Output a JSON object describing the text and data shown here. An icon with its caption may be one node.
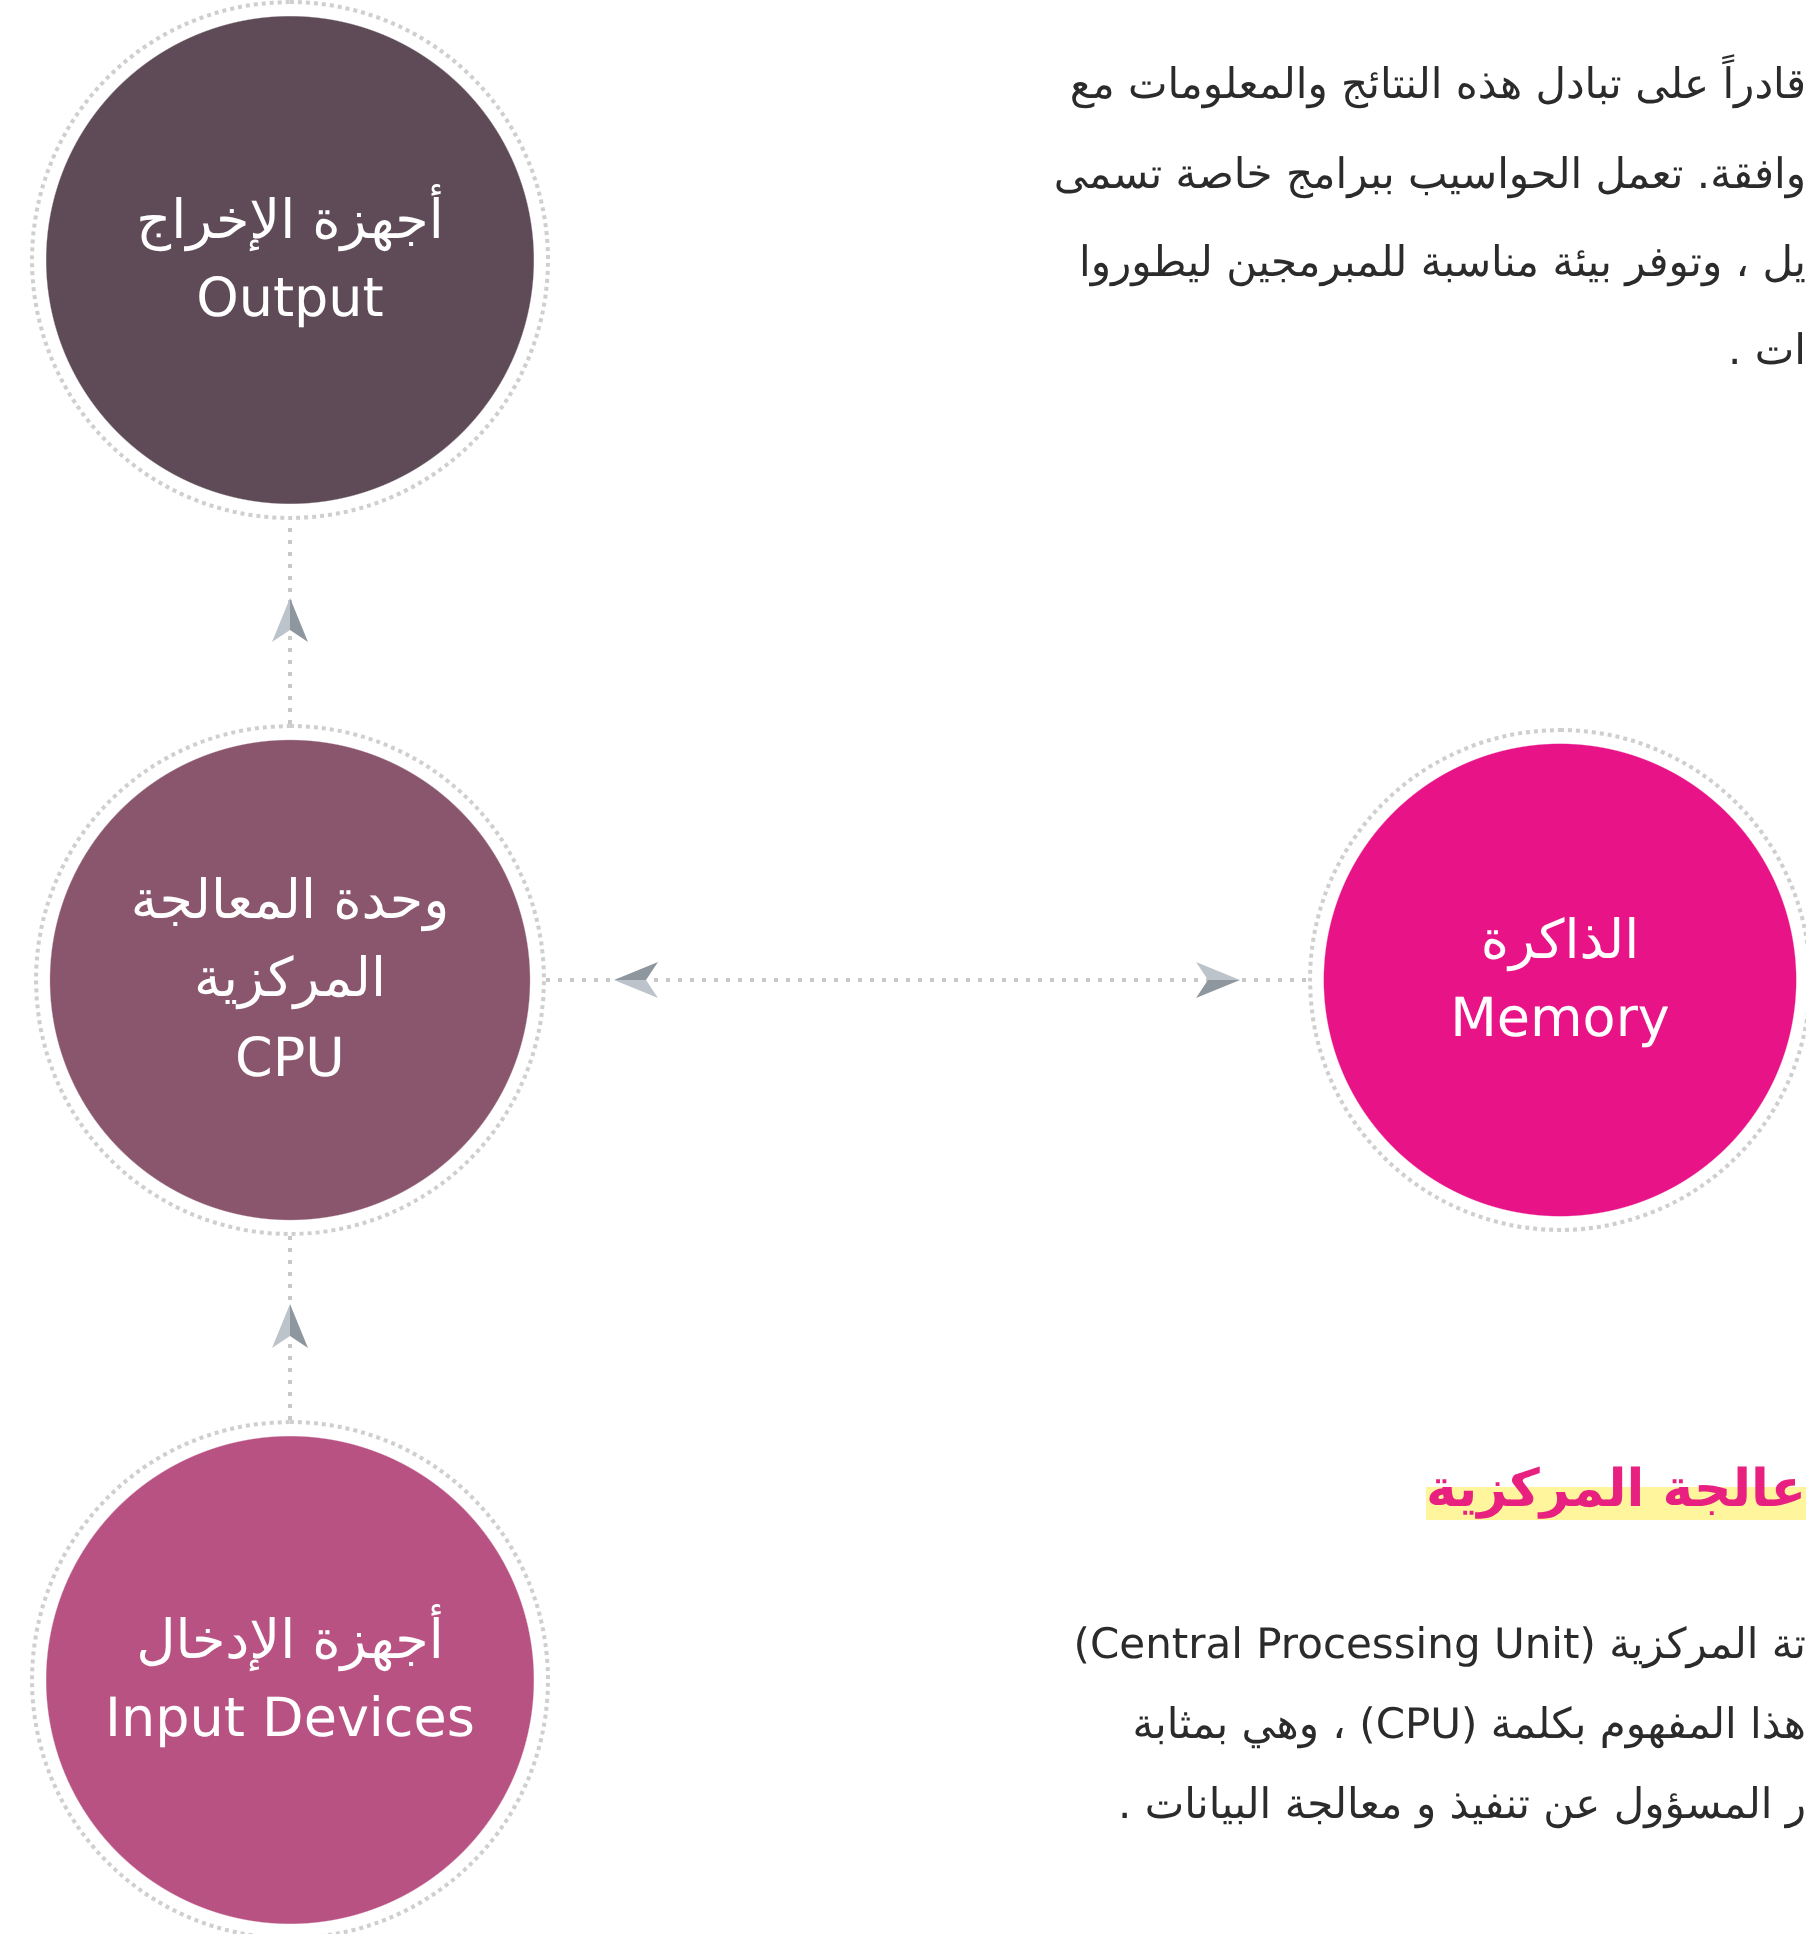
{
  "diagram": {
    "nodes": [
      {
        "text": [
          "أجهزة الإخراج",
          "Output"
        ]
      },
      {
        "text": [
          "وحدة المعالجة المركزية",
          "CPU"
        ]
      },
      {
        "text": [
          "الذاكرة",
          "Memory"
        ]
      },
      {
        "text": [
          "أجهزة الإدخال",
          "Input Devices"
        ]
      }
    ],
    "edges": [
      {
        "from": 1,
        "to": 0,
        "arrow": "to",
        "style": "dashed"
      },
      {
        "from": 1,
        "to": 2,
        "arrow": "both",
        "style": "dashed"
      },
      {
        "from": 3,
        "to": 1,
        "arrow": "to",
        "style": "dashed"
      }
    ],
    "labels": [
      "قادراً على تبادل هذه النتائج والمعلومات مع",
      "وافقة. تعمل الحواسيب ببرامج خاصة تسمى",
      "يل ، وتوفر بيئة مناسبة للمبرمجين ليطوروا",
      "ات .",
      "عالجة المركزية",
      "تة المركزية (Central Processing Unit)",
      "هذا المفهوم بكلمة (CPU) ، وهي بمثابة",
      "ر المسؤول عن تنفيذ و معالجة البيانات ."
    ]
  }
}
